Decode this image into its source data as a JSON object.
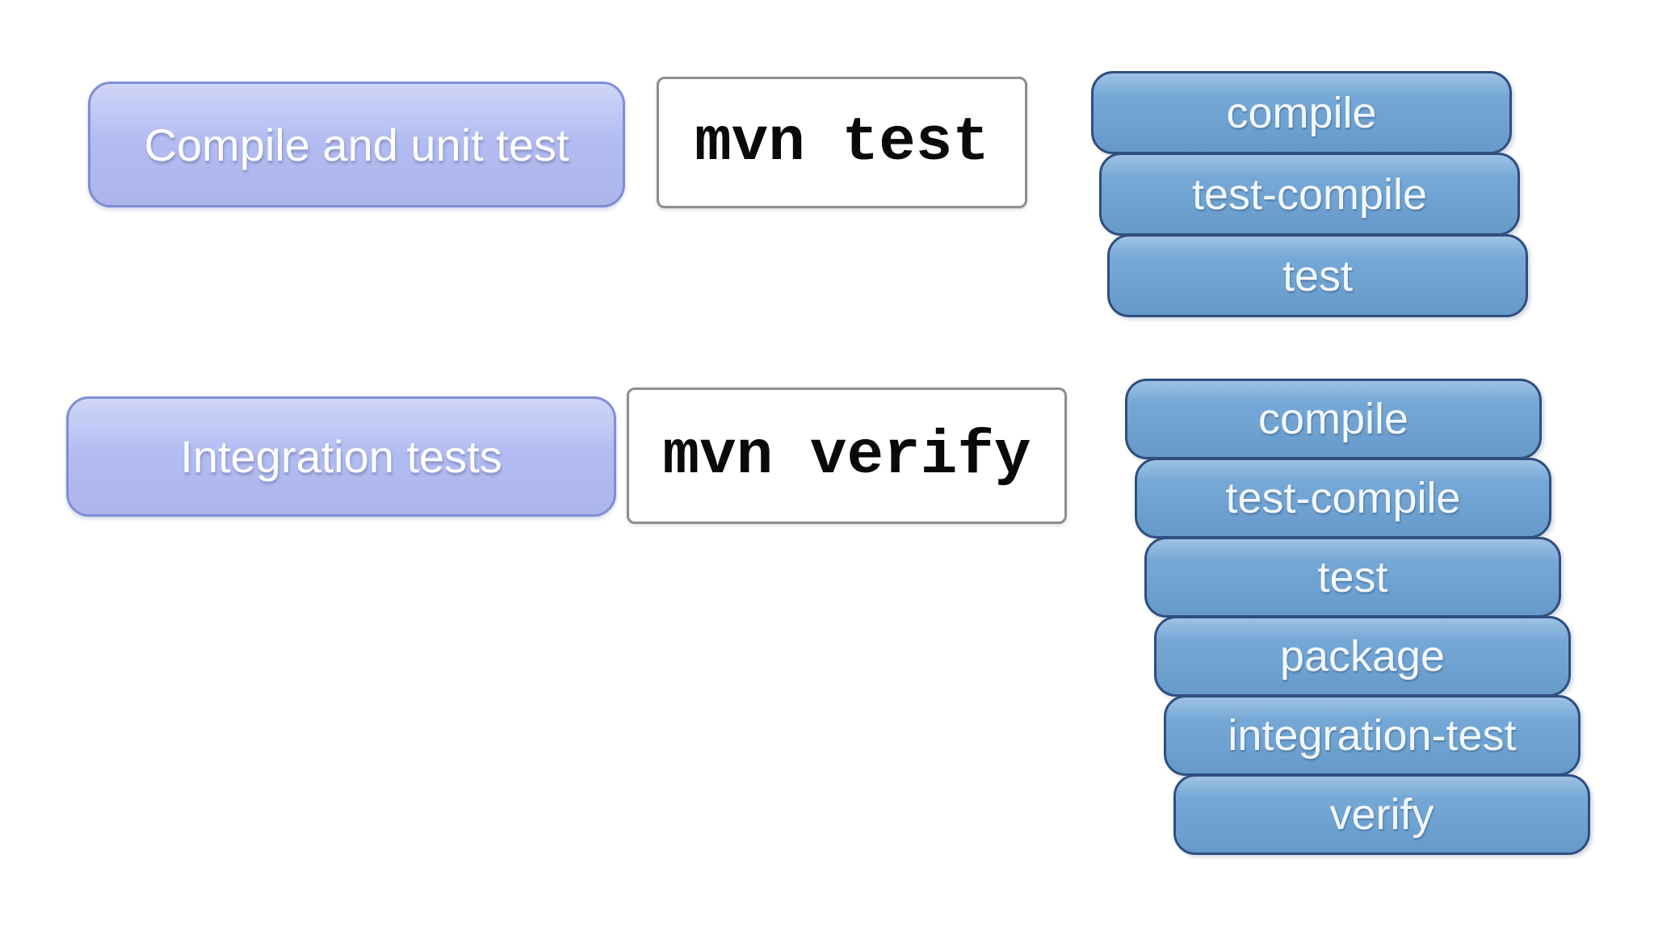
{
  "colors": {
    "page_bg": "#ffffff",
    "lavender_fill": "#b2bcf2",
    "lavender_border": "#7e8ed6",
    "label_text": "#ffffff",
    "command_fill": "#ffffff",
    "command_border": "#8e8e8e",
    "command_text": "#0a0a0a",
    "blue_fill": "#6ca2d4",
    "blue_border": "#2f4e7e",
    "phase_text": "#f2f8fd"
  },
  "rows": [
    {
      "label": "Compile and unit test",
      "command": "mvn test",
      "phases": [
        "compile",
        "test-compile",
        "test"
      ]
    },
    {
      "label": "Integration tests",
      "command": "mvn verify",
      "phases": [
        "compile",
        "test-compile",
        "test",
        "package",
        "integration-test",
        "verify"
      ]
    }
  ]
}
